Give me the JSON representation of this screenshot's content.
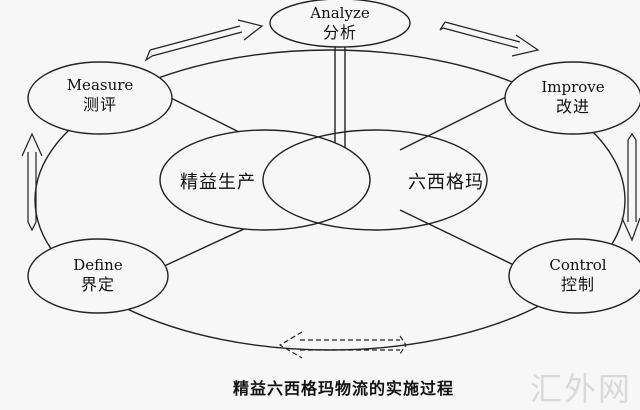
{
  "diagram": {
    "nodes": [
      {
        "id": "analyze",
        "en": "Analyze",
        "cn": "分析"
      },
      {
        "id": "measure",
        "en": "Measure",
        "cn": "测评"
      },
      {
        "id": "improve",
        "en": "Improve",
        "cn": "改进"
      },
      {
        "id": "define",
        "en": "Define",
        "cn": "界定"
      },
      {
        "id": "control",
        "en": "Control",
        "cn": "控制"
      }
    ],
    "center": {
      "left": "精益生产",
      "right": "六西格玛"
    }
  },
  "caption": "精益六西格玛物流的实施过程",
  "watermark": "汇外网"
}
